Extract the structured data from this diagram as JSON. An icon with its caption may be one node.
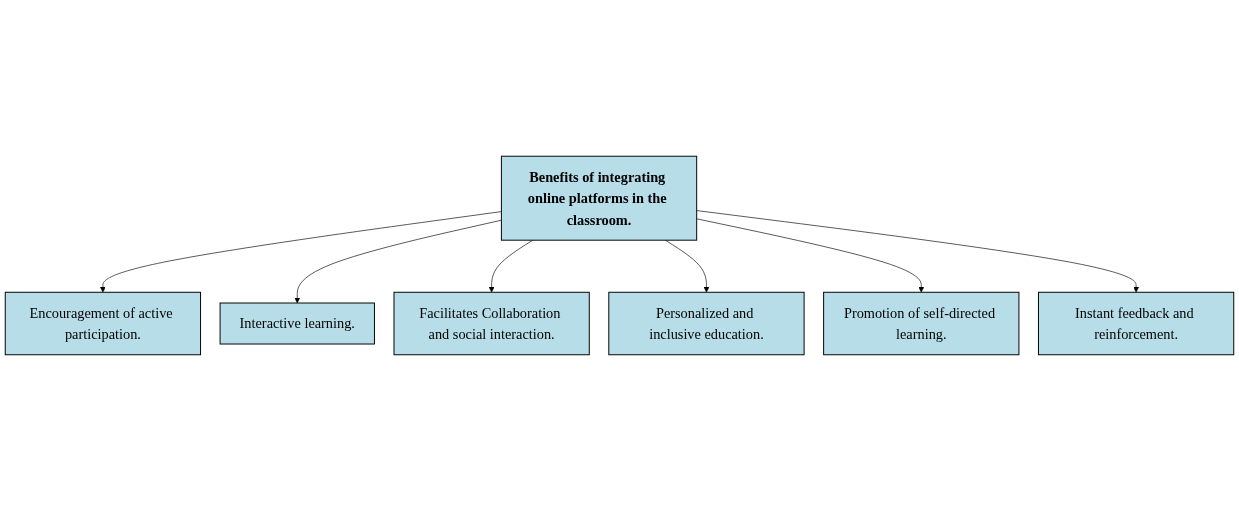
{
  "diagram": {
    "nodes": [
      {
        "text": [
          "Encouragement of active participation."
        ]
      },
      {
        "text": [
          "Interactive learning."
        ]
      },
      {
        "text": [
          "Facilitates Collaboration and social interaction."
        ]
      },
      {
        "text": [
          "Benefits of integrating online platforms in the classroom."
        ]
      },
      {
        "text": [
          "Personalized and inclusive education."
        ]
      },
      {
        "text": [
          "Promotion of self-directed learning."
        ]
      },
      {
        "text": [
          "Instant feedback and reinforcement."
        ]
      }
    ],
    "edges": [
      {
        "from": 3,
        "to": 0,
        "arrow": "to"
      },
      {
        "from": 3,
        "to": 1,
        "arrow": "to"
      },
      {
        "from": 3,
        "to": 2,
        "arrow": "to"
      },
      {
        "from": 3,
        "to": 4,
        "arrow": "to"
      },
      {
        "from": 3,
        "to": 5,
        "arrow": "to"
      },
      {
        "from": 3,
        "to": 6,
        "arrow": "to"
      }
    ]
  }
}
